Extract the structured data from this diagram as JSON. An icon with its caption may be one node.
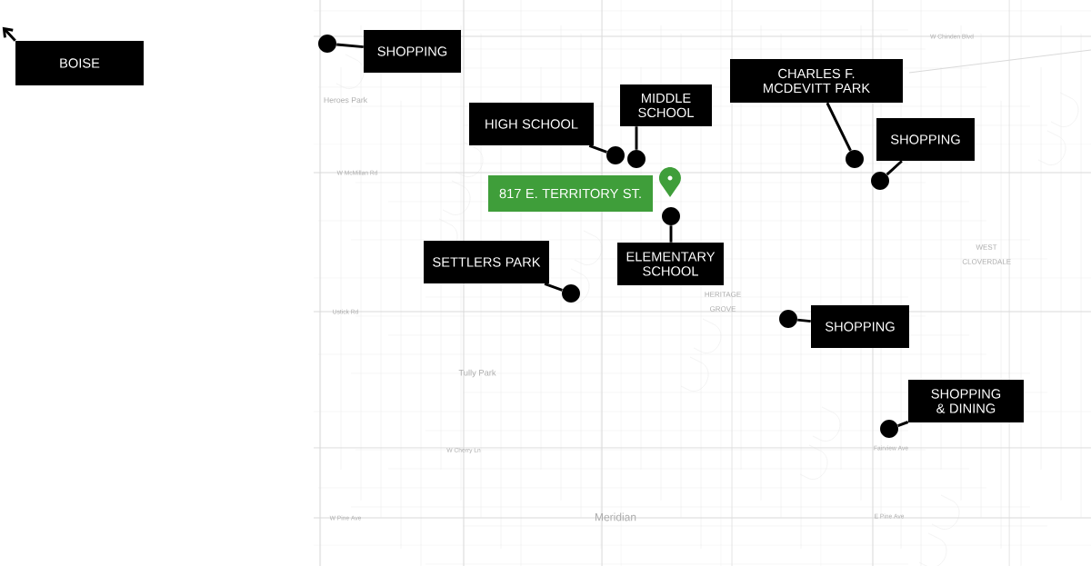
{
  "diagram": {
    "nodes": [
      {
        "text": [
          "BOISE"
        ]
      },
      {
        "text": [
          "SHOPPING"
        ]
      },
      {
        "text": [],
        "shape": "circle"
      },
      {
        "text": [
          "HIGH SCHOOL"
        ]
      },
      {
        "text": [],
        "shape": "circle"
      },
      {
        "text": [
          "MIDDLE SCHOOL"
        ]
      },
      {
        "text": [],
        "shape": "circle"
      },
      {
        "text": [
          "CHARLES F. MCDEVITT PARK"
        ]
      },
      {
        "text": [],
        "shape": "circle"
      },
      {
        "text": [
          "SHOPPING"
        ]
      },
      {
        "text": [],
        "shape": "circle"
      },
      {
        "text": [
          "817 E. TERRITORY ST."
        ]
      },
      {
        "text": [
          "ELEMENTARY SCHOOL"
        ]
      },
      {
        "text": [],
        "shape": "circle"
      },
      {
        "text": [
          "SETTLERS PARK"
        ]
      },
      {
        "text": [],
        "shape": "circle"
      },
      {
        "text": [
          "SHOPPING"
        ]
      },
      {
        "text": [],
        "shape": "circle"
      },
      {
        "text": [
          "SHOPPING & DINING"
        ]
      },
      {
        "text": [],
        "shape": "circle"
      }
    ],
    "edges": [
      {
        "from": 0,
        "to": null,
        "arrow": "to"
      },
      {
        "from": 1,
        "to": 2,
        "arrow": "none"
      },
      {
        "from": 3,
        "to": 4,
        "arrow": "none"
      },
      {
        "from": 5,
        "to": 6,
        "arrow": "none"
      },
      {
        "from": 7,
        "to": 8,
        "arrow": "none"
      },
      {
        "from": 9,
        "to": 10,
        "arrow": "none"
      },
      {
        "from": 12,
        "to": 13,
        "arrow": "none"
      },
      {
        "from": 14,
        "to": 15,
        "arrow": "none"
      },
      {
        "from": 16,
        "to": 17,
        "arrow": "none"
      },
      {
        "from": 18,
        "to": 19,
        "arrow": "none"
      }
    ],
    "labels": [
      "W Chinden Blvd",
      "Heroes Park",
      "W McMillan Rd",
      "WEST CLOVERDALE",
      "HERITAGE GROVE",
      "Ustick Rd",
      "Tully Park",
      "W Cherry Ln",
      "Fairview Ave",
      "W Pine Ave",
      "Meridian",
      "E Pine Ave"
    ]
  }
}
